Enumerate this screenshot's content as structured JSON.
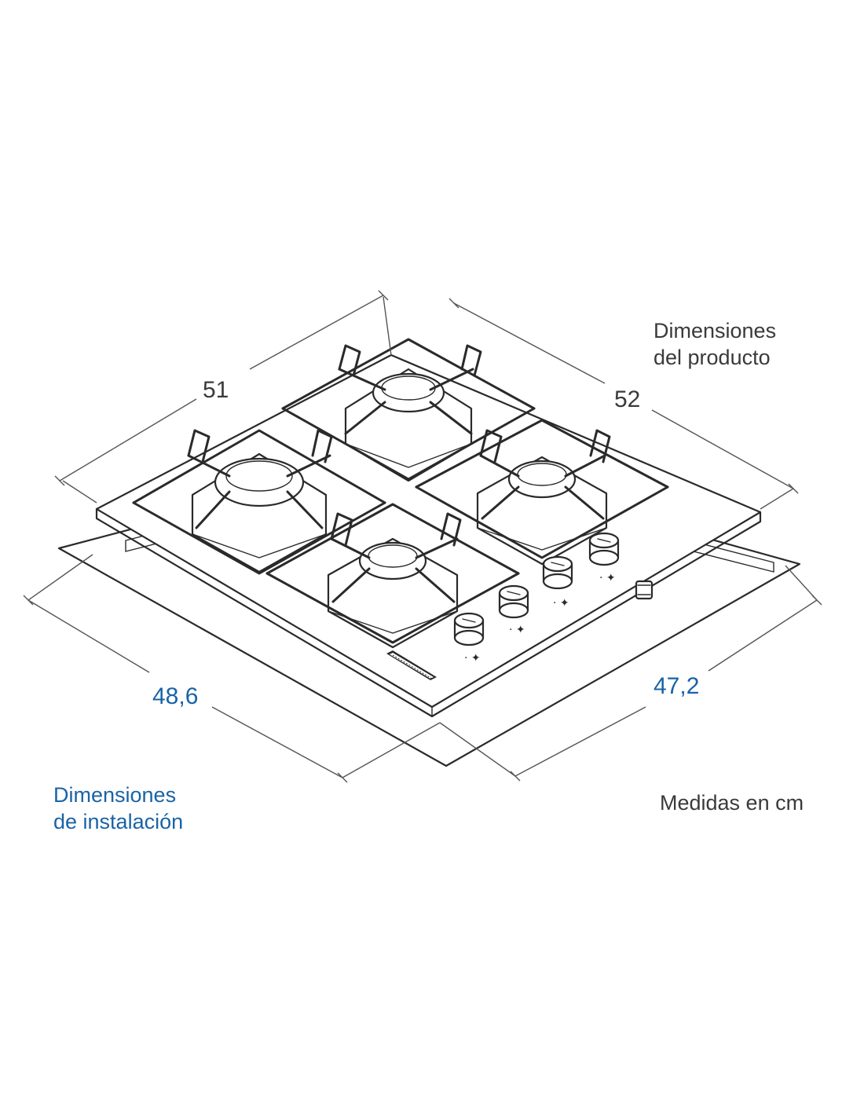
{
  "labels": {
    "product_title_line1": "Dimensiones",
    "product_title_line2": "del producto",
    "install_title_line1": "Dimensiones",
    "install_title_line2": "de instalación",
    "units_note": "Medidas en cm"
  },
  "dimensions": {
    "product_width": "51",
    "product_depth": "52",
    "install_width": "48,6",
    "install_depth": "47,2"
  },
  "colors": {
    "line": "#2a2a2a",
    "install_text": "#1a63a6",
    "product_text": "#3a3a3a"
  },
  "burners": {
    "count": 4
  },
  "knobs": {
    "count": 4
  }
}
